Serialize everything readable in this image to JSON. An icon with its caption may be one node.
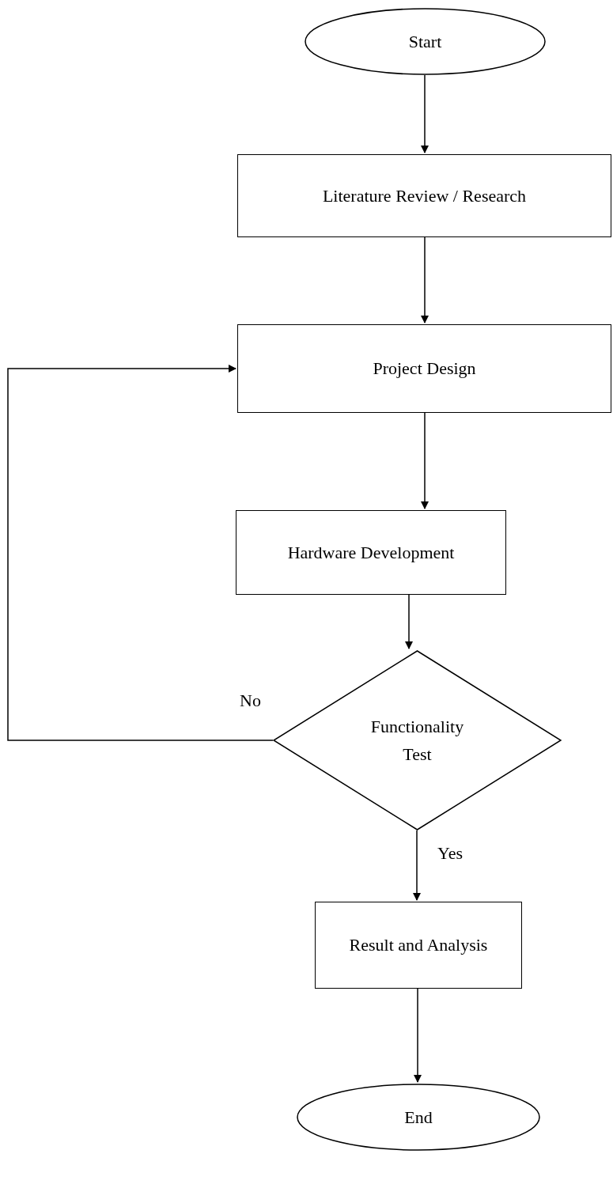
{
  "diagram": {
    "nodes": [
      {
        "text": [
          "Start"
        ]
      },
      {
        "text": [
          "Literature Review / Research"
        ]
      },
      {
        "text": [
          "Project Design"
        ]
      },
      {
        "text": [
          "Hardware Development"
        ]
      },
      {
        "text": [
          "Functionality Test"
        ]
      },
      {
        "text": [
          "Result and Analysis"
        ]
      },
      {
        "text": [
          "End"
        ]
      }
    ],
    "edges": [
      {
        "from": 0,
        "to": 1,
        "arrow": "to"
      },
      {
        "from": 1,
        "to": 2,
        "arrow": "to"
      },
      {
        "from": 2,
        "to": 3,
        "arrow": "to"
      },
      {
        "from": 3,
        "to": 4,
        "arrow": "to"
      },
      {
        "from": 4,
        "to": 5,
        "arrow": "to",
        "label": "Yes"
      },
      {
        "from": 4,
        "to": 2,
        "arrow": "to",
        "label": "No"
      },
      {
        "from": 5,
        "to": 6,
        "arrow": "to"
      }
    ]
  }
}
